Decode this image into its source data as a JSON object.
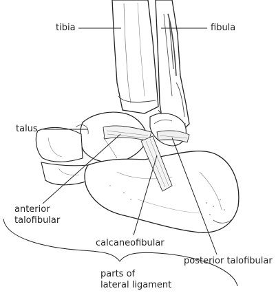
{
  "labels": {
    "tibia": "tibia",
    "fibula": "fibula",
    "talus": "talus",
    "anterior_talofibular": "anterior\ntalofibular",
    "calcaneofibular": "calcaneofibular",
    "posterior_talofibular": "posterior talofibular",
    "parts_of_lateral_ligament": "parts of\nlateral ligament"
  },
  "colors": {
    "line": "#222222",
    "bone_fill": "#ffffff",
    "shade": "#666666"
  }
}
